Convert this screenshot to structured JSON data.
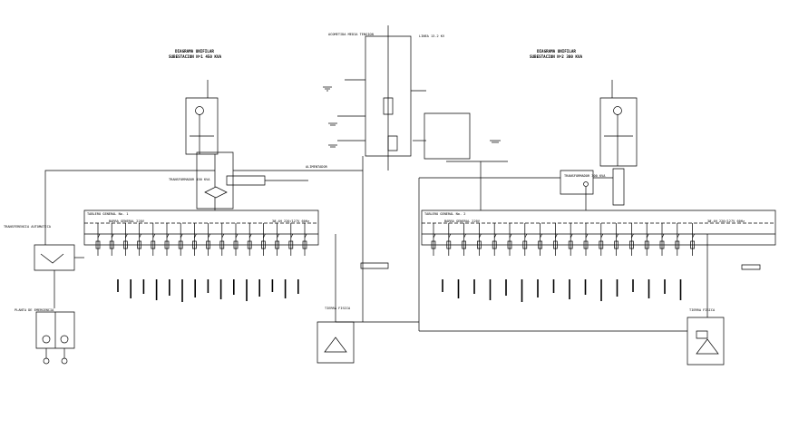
{
  "left_section": {
    "title": "DIAGRAMA UNIFILAR",
    "subtitle": "SUBESTACION Nº1 450 KVA"
  },
  "right_section": {
    "title": "DIAGRAMA UNIFILAR",
    "subtitle": "SUBESTACION Nº2 300 KVA"
  },
  "left_board": {
    "title": "TABLERO GENERAL No. 1",
    "bus_left": "BARRA GENERAL 220V",
    "bus_right": "3Ø-4H 220/127V 60Hz"
  },
  "right_board": {
    "title": "TABLERO GENERAL No. 2",
    "bus_left": "BARRA GENERAL 220V",
    "bus_right": "3Ø-4H 220/127V 60Hz"
  },
  "center": {
    "top_label": "ACOMETIDA MEDIA TENSION",
    "line_label": "LINEA 13.2 KV",
    "feeder_label": "ALIMENTADOR"
  },
  "left_transformer_label": "TRANSFORMADOR 450 KVA",
  "right_transformer_label": "TRANSFORMADOR 300 KVA",
  "generator_label": "PLANTA DE EMERGENCIA",
  "transfer_label": "TRANSFERENCIA AUTOMATICA",
  "ground_label": "TIERRA FISICA",
  "colors": {
    "ink": "#000000",
    "paper": "#ffffff"
  }
}
